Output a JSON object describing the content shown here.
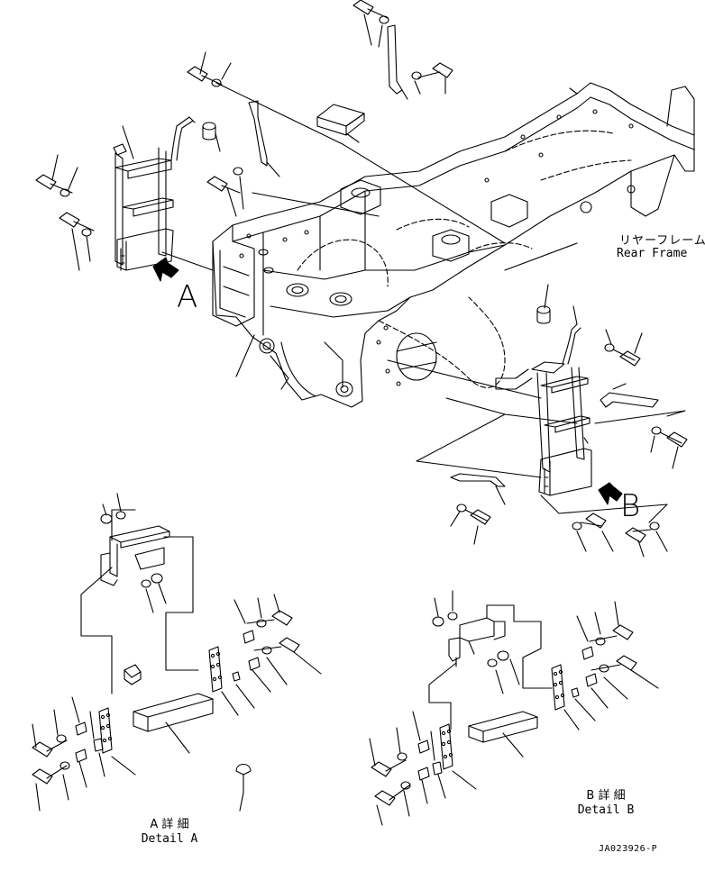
{
  "labels": {
    "rear_frame_jp": "リヤーフレーム",
    "rear_frame_en": "Rear Frame",
    "marker_a": "A",
    "marker_b": "B",
    "detail_a_jp": "A 詳 細",
    "detail_a_en": "Detail A",
    "detail_b_jp": "B 詳 細",
    "detail_b_en": "Detail B",
    "drawing_code": "JA023926-P"
  },
  "colors": {
    "line": "#000000",
    "background": "#ffffff"
  }
}
